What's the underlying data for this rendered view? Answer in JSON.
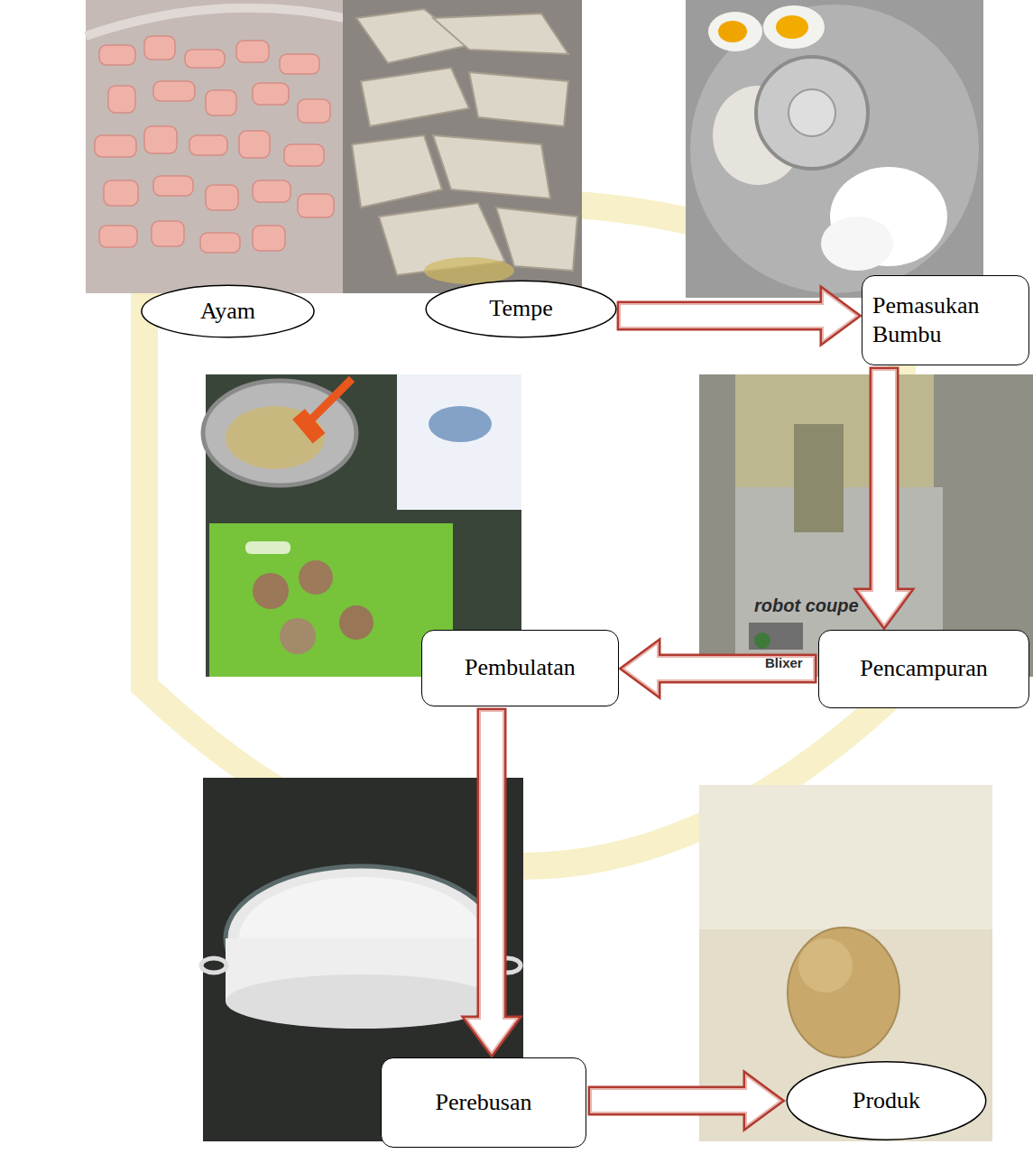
{
  "diagram": {
    "nodes": [
      {
        "text": [
          "Ayam"
        ]
      },
      {
        "text": [
          "Tempe"
        ]
      },
      {
        "text": [
          "Pemasukan Bumbu"
        ]
      },
      {
        "text": [
          "Pencampuran"
        ]
      },
      {
        "text": [
          "Pembulatan"
        ]
      },
      {
        "text": [
          "Perebusan"
        ]
      },
      {
        "text": [
          "Produk"
        ]
      }
    ],
    "edges": [
      {
        "from": 1,
        "to": 2,
        "arrow": "to"
      },
      {
        "from": 2,
        "to": 3,
        "arrow": "to"
      },
      {
        "from": 3,
        "to": 4,
        "arrow": "to"
      },
      {
        "from": 4,
        "to": 5,
        "arrow": "to"
      },
      {
        "from": 5,
        "to": 6,
        "arrow": "to"
      }
    ],
    "labels": [
      "robot coupe",
      "Blixer"
    ]
  }
}
